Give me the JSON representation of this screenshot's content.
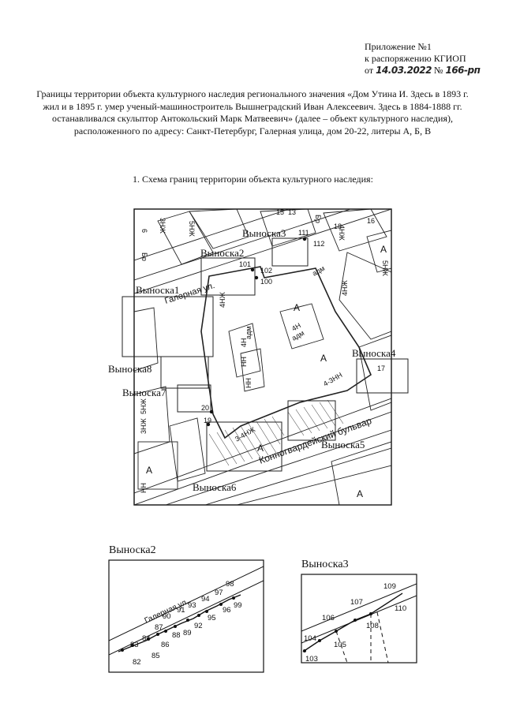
{
  "header": {
    "line1": "Приложение №1",
    "line2": "к распоряжению КГИОП",
    "line3_prefix": "от",
    "date": "14.03.2022",
    "number_sign": "№",
    "number": "166-рп"
  },
  "title": "Границы территории объекта культурного наследия регионального значения «Дом Утина И. Здесь в 1893 г. жил и в 1895 г. умер ученый-машиностроитель Вышнеградский Иван Алексеевич. Здесь в 1884-1888 гг. останавливался скульптор Антокольский Марк Матвеевич» (далее – объект культурного наследия), расположенного по адресу: Санкт-Петербург, Галерная улица, дом 20-22, литеры А, Б, В",
  "section_heading": "1.   Схема границ территории объекта культурного наследия:",
  "callouts": {
    "c1": "Выноска1",
    "c2": "Выноска2",
    "c3": "Выноска3",
    "c4": "Выноска4",
    "c5": "Выноска5",
    "c6": "Выноска6",
    "c7": "Выноска7",
    "c8": "Выноска8"
  },
  "map_labels": {
    "galernaya": "Галерная ул.",
    "boulevard": "Конногвардейский бульвар",
    "lit_a": "А",
    "floors_4n": "4НЖ",
    "floors_3n": "3НЖ",
    "floors_5n": "5НЖ",
    "floors_4h": "4Н",
    "floors_3_4nn": "3-4НЖ",
    "floors_4_3nn": "4-3НН",
    "floors_nn": "НН",
    "adm": "адм",
    "br": "Бр",
    "pt_100": "100",
    "pt_101": "101",
    "pt_102": "102",
    "pt_111": "111",
    "pt_112": "112",
    "pt_17": "17",
    "pt_19": "19",
    "pt_20": "20",
    "pt_15": "15",
    "pt_13": "13",
    "pt_18": "18",
    "pt_16": "16",
    "pt_6": "6"
  },
  "inset2": {
    "title": "Выноска2",
    "street": "Галерная ул.",
    "points": [
      "82",
      "83",
      "84",
      "85",
      "86",
      "87",
      "88",
      "89",
      "90",
      "91",
      "92",
      "93",
      "94",
      "95",
      "96",
      "97",
      "98",
      "99"
    ]
  },
  "inset3": {
    "title": "Выноска3",
    "points": [
      "103",
      "104",
      "105",
      "106",
      "107",
      "108",
      "109",
      "110"
    ]
  }
}
